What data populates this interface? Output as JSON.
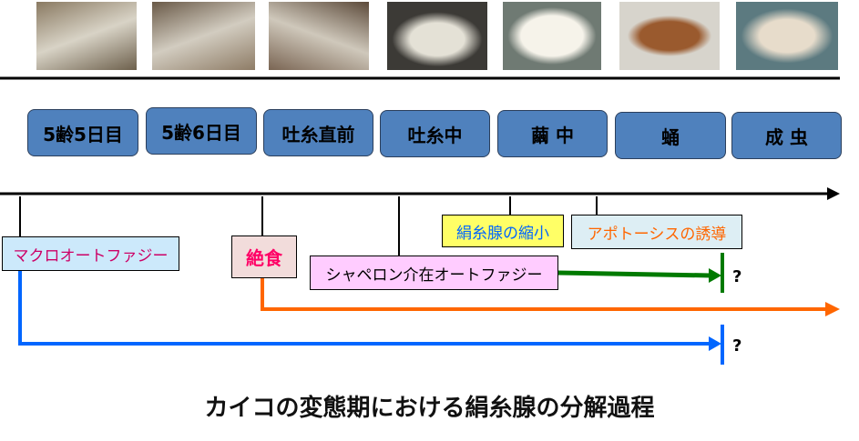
{
  "photos": [
    {
      "name": "larva-5th-instar-day5",
      "color": "#b9b3a4"
    },
    {
      "name": "larva-5th-instar-day6",
      "color": "#a7998a"
    },
    {
      "name": "larva-before-spinning",
      "color": "#8d7a68"
    },
    {
      "name": "spinning-cocoon",
      "color": "#c9c7bd"
    },
    {
      "name": "cocoon",
      "color": "#e9e6da"
    },
    {
      "name": "pupa",
      "color": "#8a4f2a"
    },
    {
      "name": "adult-moth",
      "color": "#c9bfae"
    }
  ],
  "stages": [
    "5齢5日目",
    "5齢6日目",
    "吐糸直前",
    "吐糸中",
    "繭 中",
    "蛹",
    "成 虫"
  ],
  "events": {
    "macro": "マクロオートファジー",
    "fasting": "絶食",
    "chaperone": "シャペロン介在オートファジー",
    "shrink": "絹糸腺の縮小",
    "apoptosis": "アポトーシスの誘導"
  },
  "unknown_marker": "?",
  "title": "カイコの変態期における絹糸腺の分解過程",
  "colors": {
    "stage": "#4f81bd",
    "macro": "#0066ff",
    "fasting": "#ff6600",
    "chaperone": "#007a00"
  }
}
